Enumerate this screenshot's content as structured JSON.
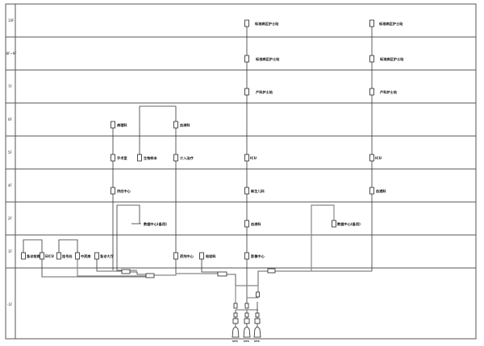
{
  "floors": [
    "10F",
    "8F~9F",
    "7F",
    "6F",
    "5F",
    "4F",
    "2F",
    "1F",
    "-1F"
  ],
  "column_a": [
    "标准病区护士站",
    "标准病区护士站",
    "产科护士站",
    "ICU",
    "新生儿科",
    "血液科",
    "影像中心"
  ],
  "column_b": [
    "标准病区护士站",
    "标准病区护士站",
    "产科护士站",
    "ICU",
    "血透科"
  ],
  "column_c": [
    "病理科",
    "手术室",
    "供应中心"
  ],
  "column_d": [
    "血液科",
    "介入治疗",
    "药剂中心"
  ],
  "other": {
    "pathology_lab": "生物样本",
    "datacenter_backup_left": "数据中心(备用)",
    "datacenter_backup_right": "数据中心(备用)",
    "inspection": "检验科"
  },
  "first_floor": [
    "急诊抢救",
    "EICU",
    "挂号处",
    "中药房",
    "急诊大厅"
  ],
  "ups": [
    "UPS",
    "UPS",
    "UPS"
  ]
}
